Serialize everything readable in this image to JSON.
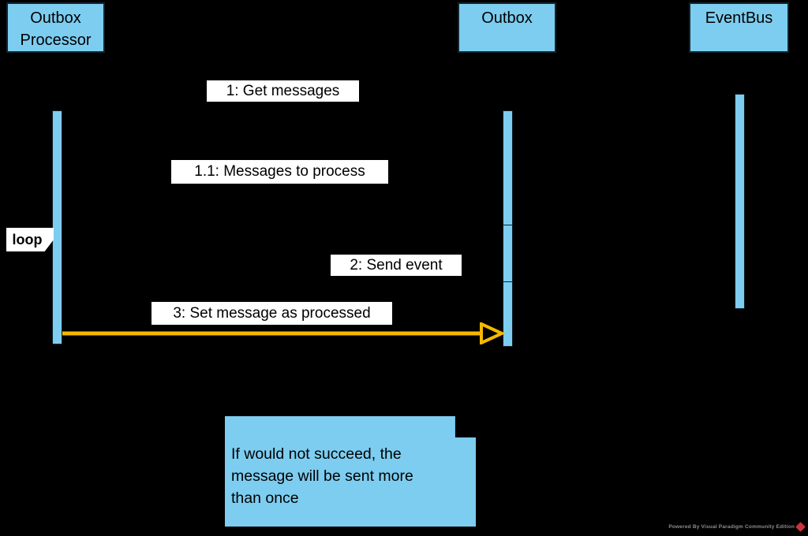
{
  "colors": {
    "background": "#000000",
    "participant_fill": "#7dcdf0",
    "participant_border": "#14232c",
    "bar_border": "#0d1f29",
    "label_bg": "#ffffff",
    "diagram_text": "#000000",
    "arrow": "#f5b800",
    "note_fill": "#7dcdf0",
    "watermark_text_color": "#8e8e8e",
    "watermark_red": "#c9353b"
  },
  "participants": [
    {
      "label": "Outbox Processor"
    },
    {
      "label": "Outbox"
    },
    {
      "label": "EventBus"
    }
  ],
  "fragment": {
    "operator": "loop"
  },
  "messages": [
    {
      "label": "1: Get messages"
    },
    {
      "label": "1.1: Messages to process"
    },
    {
      "label": "2: Send event"
    },
    {
      "label": "3: Set message as processed"
    }
  ],
  "note": {
    "lines": [
      "If would not succeed, the",
      "message will be sent more",
      "than once"
    ]
  },
  "watermark": {
    "label": "Powered By Visual Paradigm Community Edition"
  }
}
